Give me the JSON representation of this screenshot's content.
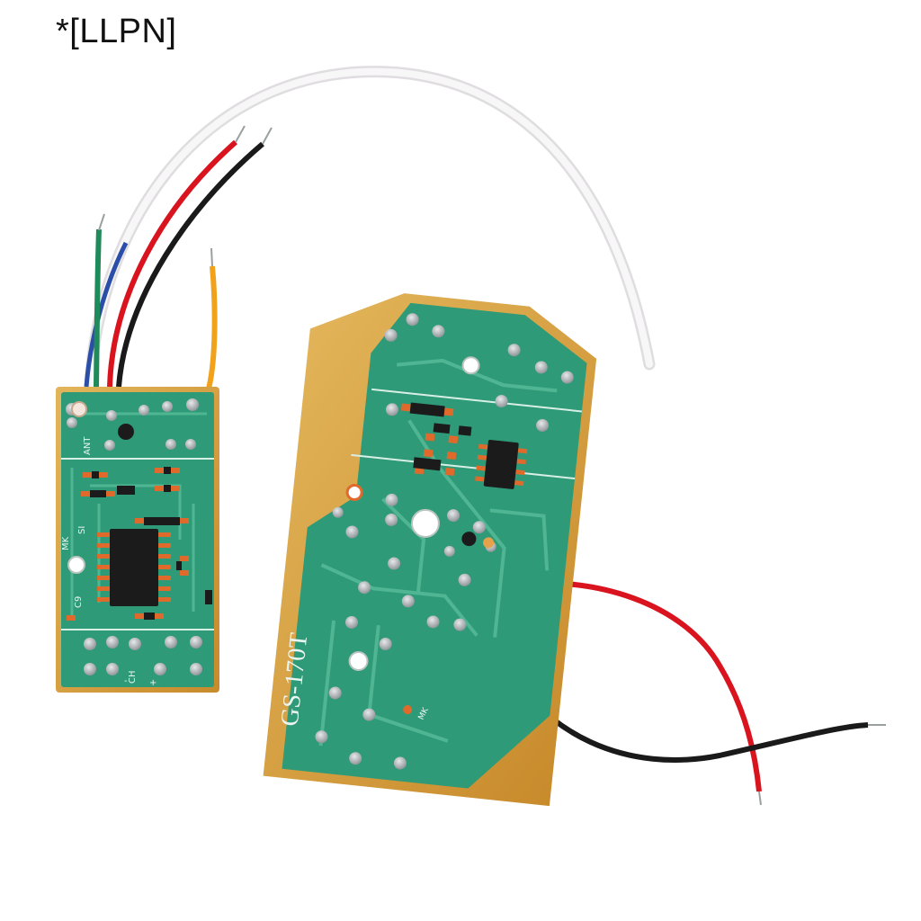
{
  "brand": {
    "watermark": "*[LLPN]"
  },
  "receiver_board": {
    "silkscreen": {
      "ant": "ANT",
      "si": "SI",
      "mk": "MK",
      "c9": "C9",
      "ch": "CH",
      "minus": "-",
      "plus": "+"
    }
  },
  "transmitter_board": {
    "model_label": "GS-170T",
    "silkscreen": {
      "mk": "MK"
    }
  },
  "colors": {
    "pcb_green": "#2f9a78",
    "pcb_edge": "#d9a64a",
    "pad_silver": "#b8bcc0",
    "chip_black": "#1b1b1b",
    "smd_orange": "#e06a2c",
    "wire_white": "#f4f2f4",
    "wire_red": "#d9141f",
    "wire_black": "#1a1a1a",
    "wire_green": "#1f8a5a",
    "wire_blue": "#2b4fa8",
    "wire_orange": "#f2a21a"
  }
}
